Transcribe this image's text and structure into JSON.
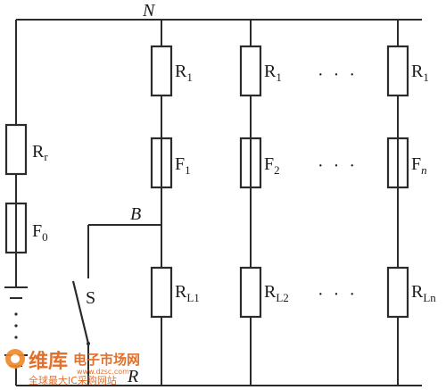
{
  "nodes": {
    "top": "N",
    "mid": "B",
    "bottom": "R"
  },
  "left_branch": {
    "resistor": {
      "base": "R",
      "sub": "r"
    },
    "fuse": {
      "base": "F",
      "sub": "0"
    },
    "switch": "S"
  },
  "branches": [
    {
      "r1": {
        "base": "R",
        "sub": "1"
      },
      "fuse": {
        "base": "F",
        "sub": "1"
      },
      "load": {
        "base": "R",
        "sub": "L1"
      }
    },
    {
      "r1": {
        "base": "R",
        "sub": "1"
      },
      "fuse": {
        "base": "F",
        "sub": "2"
      },
      "load": {
        "base": "R",
        "sub": "L2"
      }
    },
    {
      "r1": {
        "base": "R",
        "sub": "1"
      },
      "fuse": {
        "base": "F",
        "sub": "n"
      },
      "load": {
        "base": "R",
        "sub": "Ln"
      }
    }
  ],
  "ellipsis": "· · ·",
  "watermark": {
    "brand": "维库",
    "title": "电子市场网",
    "url": "www.dzsc.com",
    "slogan": "全球最大IC采购网站"
  }
}
